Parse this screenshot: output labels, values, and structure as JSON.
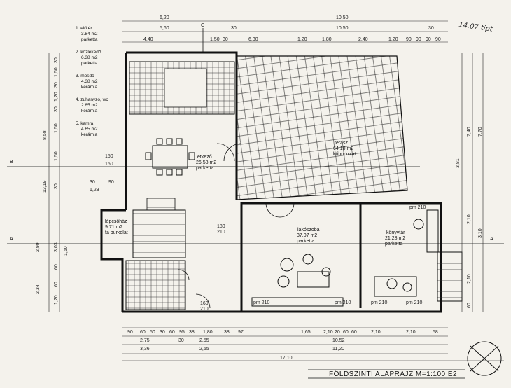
{
  "legend": [
    {
      "line1": "1. előtér",
      "line2": "3.84 m2",
      "line3": "parketta"
    },
    {
      "line1": "2. közlekedő",
      "line2": "6.38 m2",
      "line3": "parketta"
    },
    {
      "line1": "3. mosdó",
      "line2": "4.38 m2",
      "line3": "kerámia"
    },
    {
      "line1": "4. zuhanyzó, wc",
      "line2": "2.85 m2",
      "line3": "kerámia"
    },
    {
      "line1": "5. kamra",
      "line2": "4.65 m2",
      "line3": "kerámia"
    }
  ],
  "rooms": {
    "etkezo": {
      "name": "étkező",
      "area": "26.58 m2",
      "floor": "parketta"
    },
    "nappali": {
      "name": "lakószoba",
      "area": "37.07 m2",
      "floor": "parketta"
    },
    "konyvtar": {
      "name": "könyvtár",
      "area": "21.28 m2",
      "floor": "parketta"
    },
    "lepcsohaz": {
      "name": "lépcsőház",
      "area": "9.71 m2",
      "floor": "fa burkolat"
    },
    "terasz": {
      "name": "terasz",
      "area": "64.10 m2",
      "floor": "kőburkolat"
    }
  },
  "top_dims": [
    "6,20",
    "10,50",
    "5,60",
    "30",
    "10,50",
    "30",
    "4,40",
    "1,50",
    "30",
    "6,30",
    "1,20",
    "1,80",
    "2,40",
    "1,20",
    "90",
    "90",
    "90",
    "90"
  ],
  "bottom_dims": [
    "90",
    "60",
    "50",
    "30",
    "60",
    "95",
    "38",
    "1,80",
    "38",
    "97",
    "1,65",
    "2,10",
    "20",
    "60",
    "60",
    "2,10",
    "2,10",
    "58"
  ],
  "bottom_totals": [
    "2,75",
    "30",
    "2,55",
    "10,52",
    "3,36",
    "2,55",
    "11,20",
    "17,10"
  ],
  "left_dims": [
    "30",
    "1,50",
    "30",
    "1,20",
    "30",
    "1,50",
    "8,58",
    "1,50",
    "13,19",
    "30",
    "2,99",
    "3,03",
    "60",
    "1,60",
    "2,34",
    "60",
    "1,20"
  ],
  "right_dims": [
    "7,40",
    "7,70",
    "3,81",
    "2,10",
    "3,10",
    "2,10",
    "60"
  ],
  "section_marks": {
    "b": "B",
    "a": "A",
    "c": "C"
  },
  "door_labels": [
    "pm 210",
    "pm 210",
    "pm 210",
    "pm 210",
    "pm 210"
  ],
  "axis_labels": [
    "150",
    "150",
    "1,23",
    "30",
    "90"
  ],
  "heights": {
    "a": "180",
    "b": "210",
    "c": "160",
    "d": "210"
  },
  "title": "FÖLDSZINTI ALAPRAJZ  M=1:100   E2",
  "handwritten": "14.07.tipt",
  "colors": {
    "ink": "#1a1a1a",
    "paper": "#f4f2ec"
  }
}
